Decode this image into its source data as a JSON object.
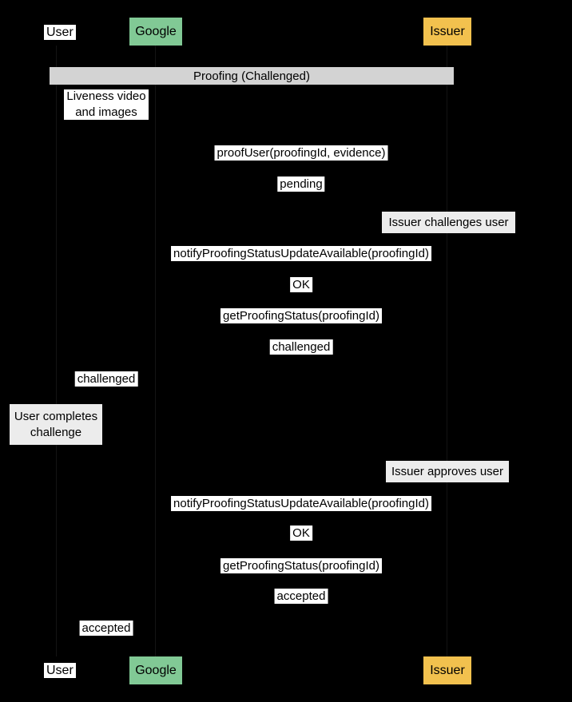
{
  "diagram": {
    "type": "sequence-diagram",
    "colors": {
      "background": "#000000",
      "google_fill": "#81c995",
      "issuer_fill": "#f2c14e",
      "band_fill": "#d3d3d3",
      "note_fill": "#ececec",
      "label_fill": "#ffffff",
      "text": "#000000"
    },
    "actors": {
      "user": {
        "label": "User"
      },
      "google": {
        "label": "Google"
      },
      "issuer": {
        "label": "Issuer"
      }
    },
    "title_band": {
      "label": "Proofing (Challenged)"
    },
    "notes": {
      "liveness": {
        "text": "Liveness video\nand images"
      },
      "challenge": {
        "text": "Issuer challenges user"
      },
      "completes": {
        "text": "User completes\nchallenge"
      },
      "approves": {
        "text": "Issuer approves user"
      }
    },
    "messages": [
      {
        "text": "proofUser(proofingId, evidence)",
        "lane": "google-issuer"
      },
      {
        "text": "pending",
        "lane": "google-issuer"
      },
      {
        "text": "notifyProofingStatusUpdateAvailable(proofingId)",
        "lane": "google-issuer"
      },
      {
        "text": "OK",
        "lane": "google-issuer"
      },
      {
        "text": "getProofingStatus(proofingId)",
        "lane": "google-issuer"
      },
      {
        "text": "challenged",
        "lane": "google-issuer"
      },
      {
        "text": "challenged",
        "lane": "user-google"
      },
      {
        "text": "notifyProofingStatusUpdateAvailable(proofingId)",
        "lane": "google-issuer"
      },
      {
        "text": "OK",
        "lane": "google-issuer"
      },
      {
        "text": "getProofingStatus(proofingId)",
        "lane": "google-issuer"
      },
      {
        "text": "accepted",
        "lane": "google-issuer"
      },
      {
        "text": "accepted",
        "lane": "user-google"
      }
    ]
  }
}
